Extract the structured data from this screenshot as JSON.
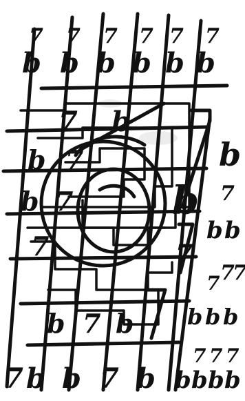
{
  "artwork": {
    "ink_color": "#111111",
    "paper_color": "#ffffff",
    "glyphs": {
      "b": "b",
      "seven": "7",
      "big_seven": "7"
    }
  }
}
